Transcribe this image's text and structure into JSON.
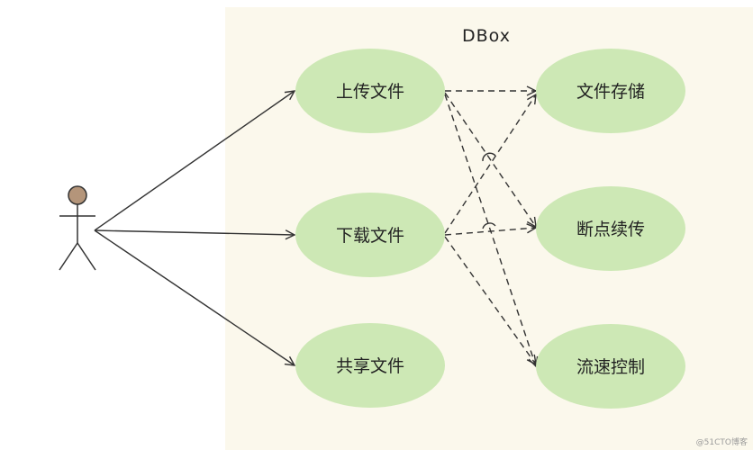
{
  "diagram": {
    "system_title": "DBox",
    "colors": {
      "boundary_fill": "#fbf8ec",
      "usecase_fill": "#cde8b5",
      "line": "#333333",
      "actor_head": "#b4957a"
    },
    "use_cases": {
      "upload": "上传文件",
      "download": "下载文件",
      "share": "共享文件",
      "storage": "文件存储",
      "resume": "断点续传",
      "speed_control": "流速控制"
    },
    "watermark": "@51CTO博客"
  }
}
